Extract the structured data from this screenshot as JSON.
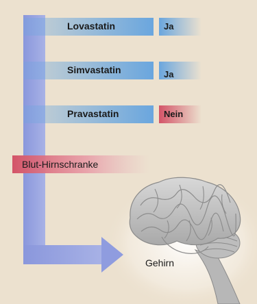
{
  "drugs": [
    {
      "name": "Lovastatin",
      "crosses": "Ja",
      "color": "#6aa6de"
    },
    {
      "name": "Simvastatin",
      "crosses": "Ja",
      "color": "#6aa6de"
    },
    {
      "name": "Pravastatin",
      "crosses": "Nein",
      "color": "#d35468"
    }
  ],
  "barrier": {
    "label": "Blut-Hirnschranke",
    "color": "#d35468"
  },
  "target": {
    "label": "Gehirn"
  },
  "colors": {
    "background": "#ece1cf",
    "pathway": "#9aa6e0",
    "pathway_dark": "#7f8dd6",
    "crosses_yes": "#6aa6de",
    "crosses_no": "#d35468"
  }
}
